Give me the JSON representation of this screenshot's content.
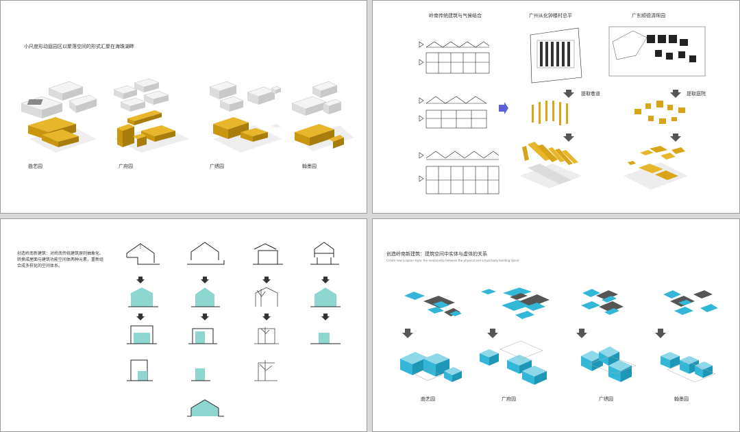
{
  "colors": {
    "gold": "#d9a518",
    "gold_dark": "#a87d0b",
    "cyan": "#33b7d9",
    "cyan_light": "#8fd8ea",
    "teal": "#8ed6d0",
    "gray_block": "#e6e6e6",
    "dark_gray": "#5a5a5a",
    "arrow_gray": "#555555",
    "arrow_blue": "#5b5fd6"
  },
  "panel1": {
    "caption": "小尺度形动庭园区以聚落空间的形式汇聚在海珠湖畔",
    "labels": [
      "曲艺园",
      "广府园",
      "广绣园",
      "翰墨园"
    ]
  },
  "panel2": {
    "headers": [
      "岭南传统建筑与气候结合",
      "广州从化钟楼村总平",
      "广东顺德清晖园"
    ],
    "step_labels": [
      "提取巷道",
      "提取庭院"
    ]
  },
  "panel3": {
    "description": "创造岭南新建筑：对岭南传统建筑原则抽象化、转换成屋面与建筑功能空间体两种元素，重新组合成多样化的空间体系。"
  },
  "panel4": {
    "title": "创造岭南新建筑：建筑空间中实体与虚体的关系",
    "subtitle": "Create new Lingnan style: the relationship between the physical and virtual body building space",
    "labels": [
      "曲艺园",
      "广府园",
      "广绣园",
      "翰墨园"
    ]
  }
}
